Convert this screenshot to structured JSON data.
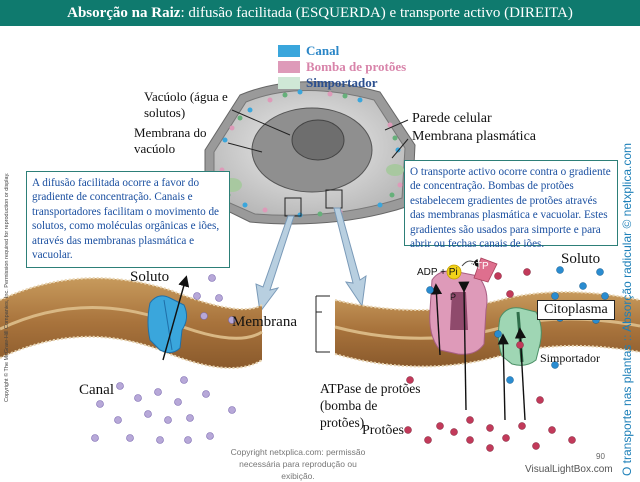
{
  "title": {
    "bold": "Absorção na Raiz",
    "rest": ": difusão facilitada (ESQUERDA) e transporte activo (DIREITA)"
  },
  "legend": [
    {
      "label": "Canal",
      "color": "#3aa6dc",
      "text_color": "#2a86c7"
    },
    {
      "label": "Bomba de protões",
      "color": "#de9ab9",
      "text_color": "#d884aa"
    },
    {
      "label": "Simportador",
      "color": "#cfe8d6",
      "text_color": "#2b4f8f"
    }
  ],
  "labels": {
    "vacuole": "Vacúolo (água e solutos)",
    "vacuole_membrane": "Membrana do vacúolo",
    "cell_wall": "Parede celular",
    "plasma_membrane": "Membrana plasmática",
    "solute_left": "Soluto",
    "solute_right": "Soluto",
    "membrane": "Membrana",
    "channel": "Canal",
    "atpase": "ATPase de protões (bomba de protões)",
    "protons": "Protões",
    "cytoplasm": "Citoplasma",
    "symporter": "Simportador",
    "adp_pi": "ADP + Pi",
    "atp": "ATP",
    "pi": "P"
  },
  "boxes": {
    "left": "A difusão facilitada ocorre a favor do gradiente de concentração. Canais e transportadores facilitam o movimento de solutos, como moléculas orgânicas e iões, através das membranas plasmática e vacuolar.",
    "right": "O transporte activo ocorre contra o gradiente de concentração. Bombas de protões estabelecem gradientes de protões através das membranas plasmática e vacuolar. Estes gradientes são usados para simporte e para abrir ou fechas canais de iões."
  },
  "side_text": {
    "left": "Copyright © The McGraw-Hill Companies, Inc. Permission required for reproduction or display.",
    "right": "O transporte nas plantas :: Absorção radicular © netxplica.com"
  },
  "footer": {
    "copyright": "Copyright netxplica.com: permissão necessária para reprodução ou exibição.",
    "page_number": "90",
    "watermark": "VisualLightBox.com"
  },
  "colors": {
    "title_bg": "#0f7a6e",
    "box_border": "#2d7f78",
    "box_text": "#1a4fa0",
    "side_right": "#1c7fb8"
  }
}
